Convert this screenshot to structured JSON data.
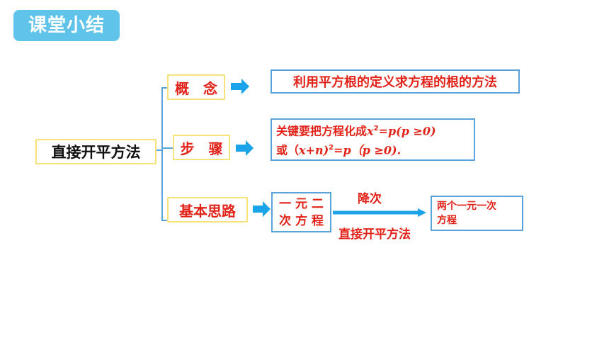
{
  "header": {
    "title": "课堂小结"
  },
  "root": {
    "label": "直接开平方法"
  },
  "branches": {
    "concept": {
      "label": "概　念",
      "desc": "利用平方根的定义求方程的根的方法"
    },
    "steps": {
      "label": "步　骤",
      "line1_text": "关键要把方程化成",
      "line1_eq_x": "x",
      "line1_eq_sup": "2",
      "line1_eq_rest": "=p(p ≥0)",
      "line2_text": "或（",
      "line2_eq_a": "x+n)",
      "line2_eq_sup": "2",
      "line2_eq_b": "=p（p ≥0)."
    },
    "idea": {
      "label": "基本思路",
      "from_line1": "一 元 二",
      "from_line2": "次 方 程",
      "arrow_top": "降次",
      "arrow_bottom": "直接开平方法",
      "to_line1": "两个一元一次",
      "to_line2": "方程"
    }
  },
  "colors": {
    "badge": "#5fc3ea",
    "arrow": "#1aa3e8",
    "connector": "#5aa3d8",
    "label_border": "#f7e37c",
    "text_red": "#e2231a"
  }
}
